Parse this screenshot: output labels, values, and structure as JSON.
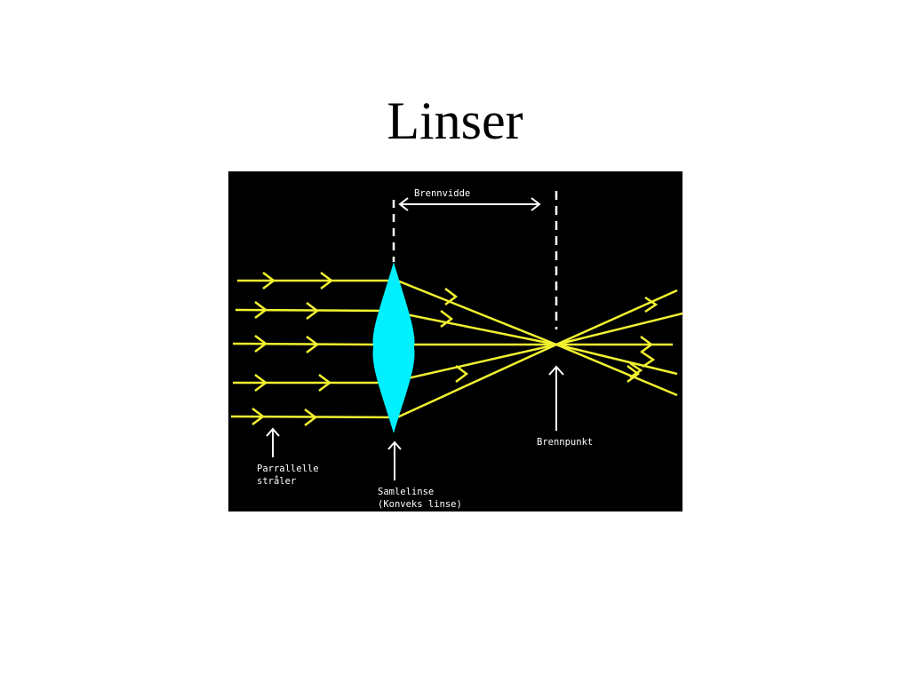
{
  "slide": {
    "title": "Linser"
  },
  "diagram": {
    "labels": {
      "focal_length": "Brennvidde",
      "focal_point": "Brennpunkt",
      "parallel_rays_line1": "Parrallelle",
      "parallel_rays_line2": "stråler",
      "lens_line1": "Samlelinse",
      "lens_line2": "(Konveks linse)"
    },
    "colors": {
      "background": "#000000",
      "ray": "#f2f230",
      "lens": "#00f0ff",
      "annotation": "#ffffff"
    },
    "ray_count": 5
  }
}
